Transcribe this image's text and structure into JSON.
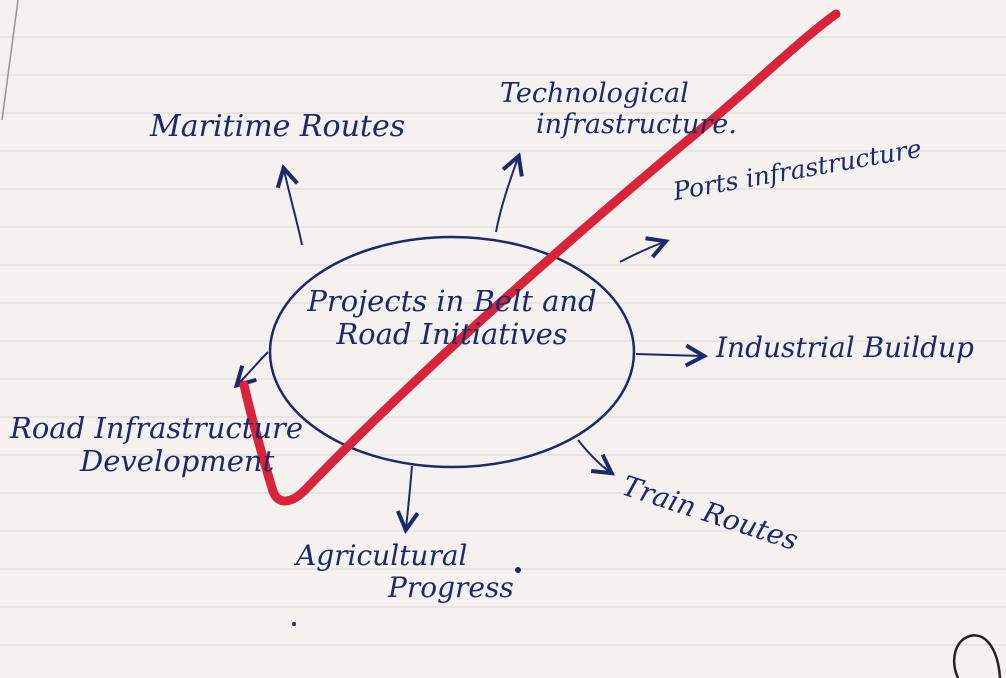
{
  "diagram": {
    "center_label": {
      "line1": "Projects in Belt and",
      "line2": "Road Initiatives"
    },
    "branches": [
      {
        "id": "maritime",
        "label_lines": [
          "Maritime Routes"
        ]
      },
      {
        "id": "technological",
        "label_lines": [
          "Technological",
          "infrastructure."
        ]
      },
      {
        "id": "ports",
        "label_lines": [
          "Ports infrastructure"
        ]
      },
      {
        "id": "industrial",
        "label_lines": [
          "Industrial Buildup"
        ]
      },
      {
        "id": "train",
        "label_lines": [
          "Train Routes"
        ]
      },
      {
        "id": "agricultural",
        "label_lines": [
          "Agricultural",
          "Progress"
        ]
      },
      {
        "id": "road",
        "label_lines": [
          "Road Infrastructure",
          "Development"
        ]
      }
    ],
    "colors": {
      "ink": "#1c2a6b",
      "check_mark": "#d9233a",
      "paper": "#f4f1ef",
      "rule_line": "#dcd7d4"
    },
    "annotations": {
      "check_mark": "grader-tick",
      "margin_mark": "circle-fragment"
    }
  }
}
